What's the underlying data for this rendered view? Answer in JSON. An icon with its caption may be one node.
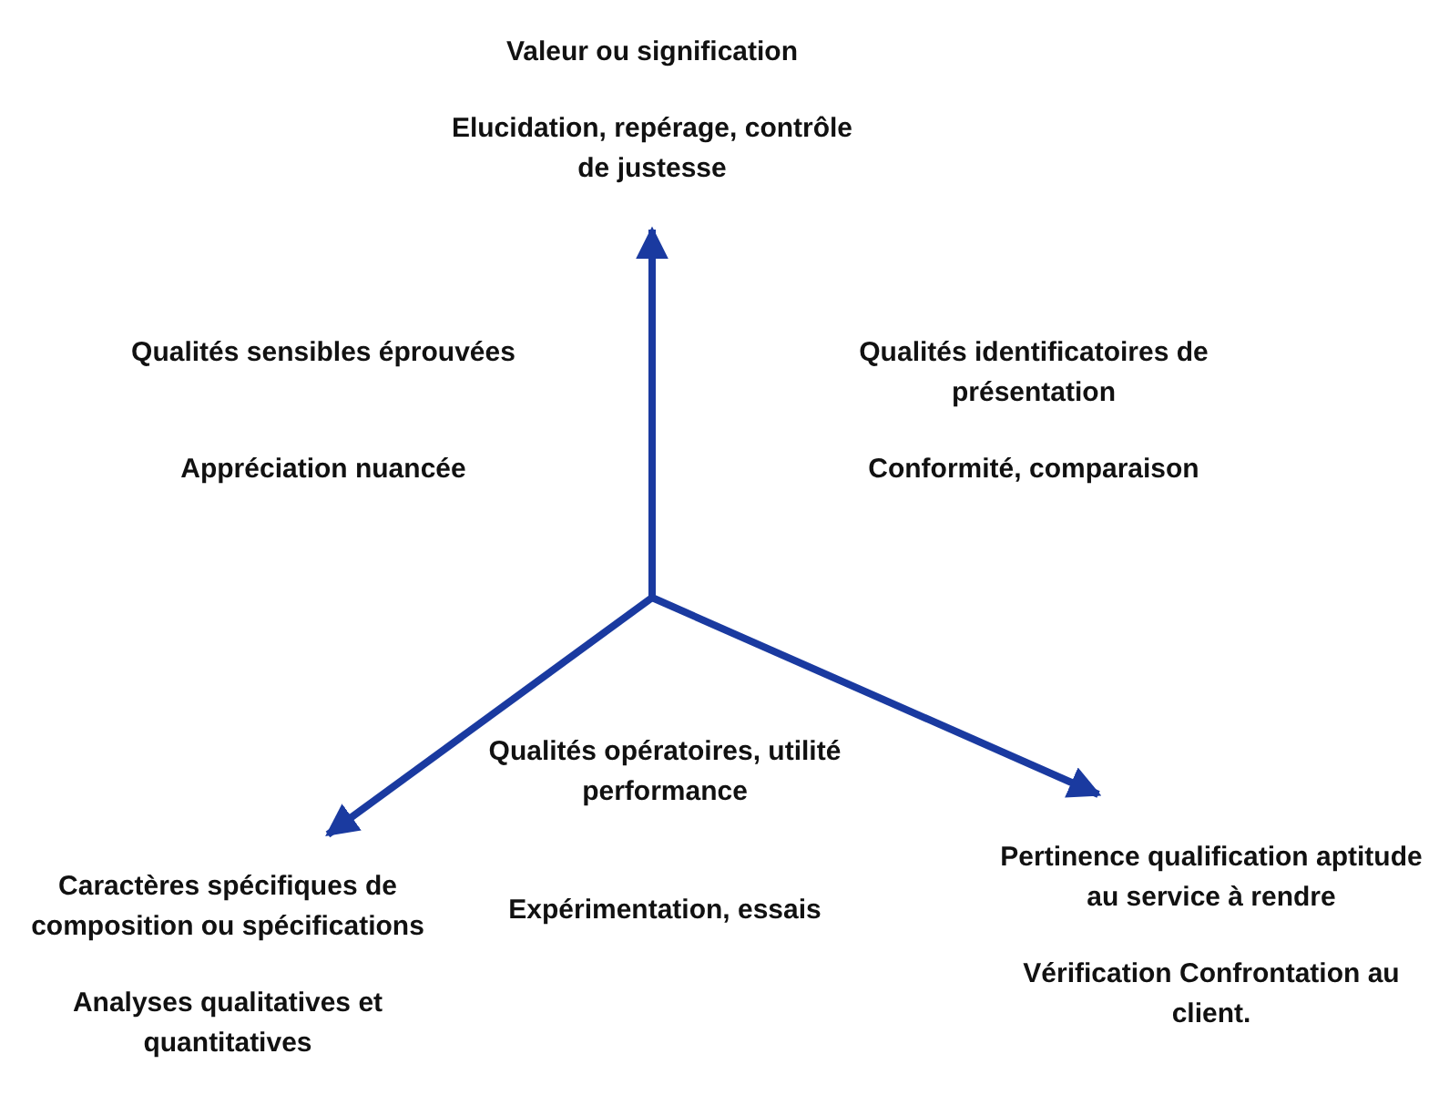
{
  "diagram": {
    "nodes": [
      {
        "text": [
          "Valeur ou signification",
          "Elucidation, repérage, contrôle de justesse"
        ]
      },
      {
        "text": [
          "Caractères spécifiques de composition ou spécifications",
          "Analyses qualitatives et quantitatives"
        ]
      },
      {
        "text": [
          "Pertinence qualification aptitude au service à rendre",
          "Vérification Confrontation au client."
        ]
      }
    ],
    "edges": [
      {
        "from": null,
        "to": 0,
        "arrow": "to"
      },
      {
        "from": null,
        "to": 1,
        "arrow": "to"
      },
      {
        "from": null,
        "to": 2,
        "arrow": "to"
      }
    ],
    "labels": [
      "Qualités sensibles éprouvées",
      "Appréciation nuancée",
      "Qualités identificatoires de présentation",
      "Conformité, comparaison",
      "Qualités opératoires, utilité performance",
      "Expérimentation, essais"
    ]
  }
}
